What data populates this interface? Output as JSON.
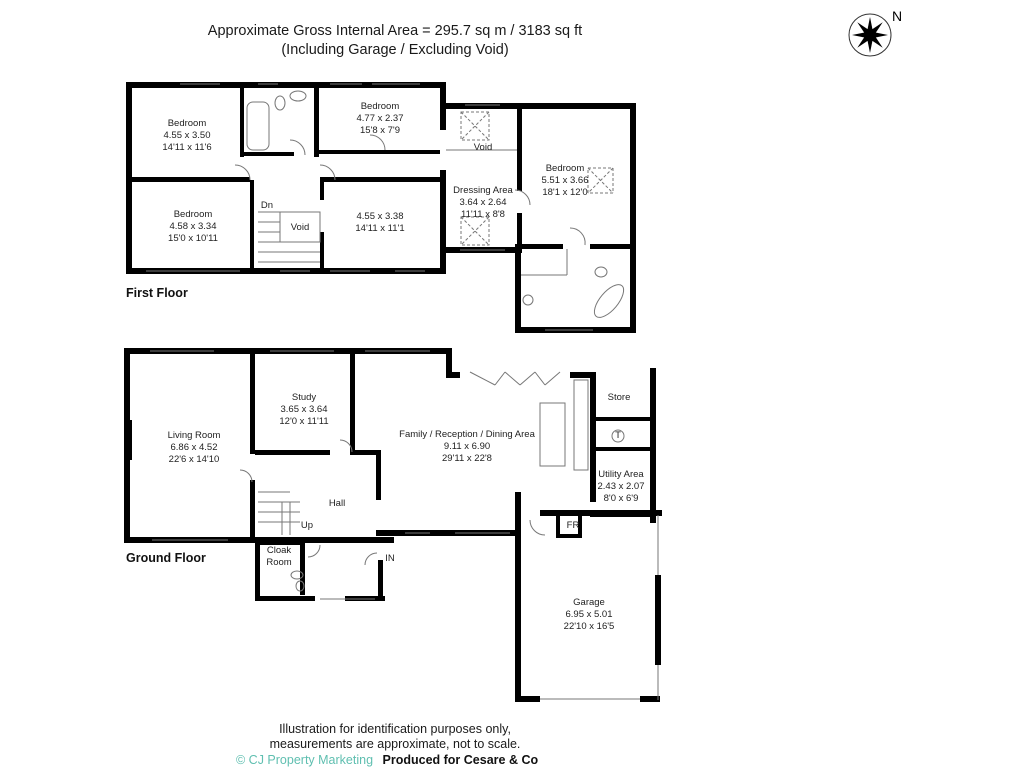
{
  "header": {
    "line1": "Approximate Gross Internal Area = 295.7 sq m / 3183 sq ft",
    "line2": "(Including Garage /  Excluding Void)"
  },
  "compass": {
    "label": "N",
    "icon": "compass-rose-icon"
  },
  "floors": {
    "first": {
      "title": "First Floor",
      "rooms": [
        {
          "name": "Bedroom",
          "metric": "4.55 x 3.50",
          "imperial": "14'11 x 11'6"
        },
        {
          "name": "Bedroom",
          "metric": "4.77 x 2.37",
          "imperial": "15'8 x 7'9"
        },
        {
          "name": "Bedroom",
          "metric": "4.58 x 3.34",
          "imperial": "15'0 x 10'11"
        },
        {
          "name": "",
          "metric": "4.55 x 3.38",
          "imperial": "14'11 x 11'1"
        },
        {
          "name": "Dressing Area",
          "metric": "3.64 x 2.64",
          "imperial": "11'11 x 8'8"
        },
        {
          "name": "Bedroom",
          "metric": "5.51 x 3.66",
          "imperial": "18'1 x 12'0"
        }
      ],
      "labels": {
        "void1": "Void",
        "void2": "Void",
        "dn": "Dn"
      }
    },
    "ground": {
      "title": "Ground Floor",
      "rooms": [
        {
          "name": "Living Room",
          "metric": "6.86 x 4.52",
          "imperial": "22'6 x 14'10"
        },
        {
          "name": "Study",
          "metric": "3.65 x 3.64",
          "imperial": "12'0 x 11'11"
        },
        {
          "name": "Family / Reception / Dining Area",
          "metric": "9.11 x 6.90",
          "imperial": "29'11 x 22'8"
        },
        {
          "name": "Utility Area",
          "metric": "2.43 x 2.07",
          "imperial": "8'0 x 6'9"
        },
        {
          "name": "Garage",
          "metric": "6.95 x 5.01",
          "imperial": "22'10 x 16'5"
        }
      ],
      "labels": {
        "hall": "Hall",
        "up": "Up",
        "cloak1": "Cloak",
        "cloak2": "Room",
        "store": "Store",
        "tank": "T",
        "fr": "FR",
        "entrance": "IN"
      }
    }
  },
  "footer": {
    "line1": "Illustration for identification purposes only,",
    "line2": "measurements are approximate, not to scale.",
    "copyright": "© CJ Property Marketing",
    "produced": "Produced for Cesare & Co"
  },
  "colors": {
    "wall": "#000000",
    "credit": "#5fbfb0"
  }
}
